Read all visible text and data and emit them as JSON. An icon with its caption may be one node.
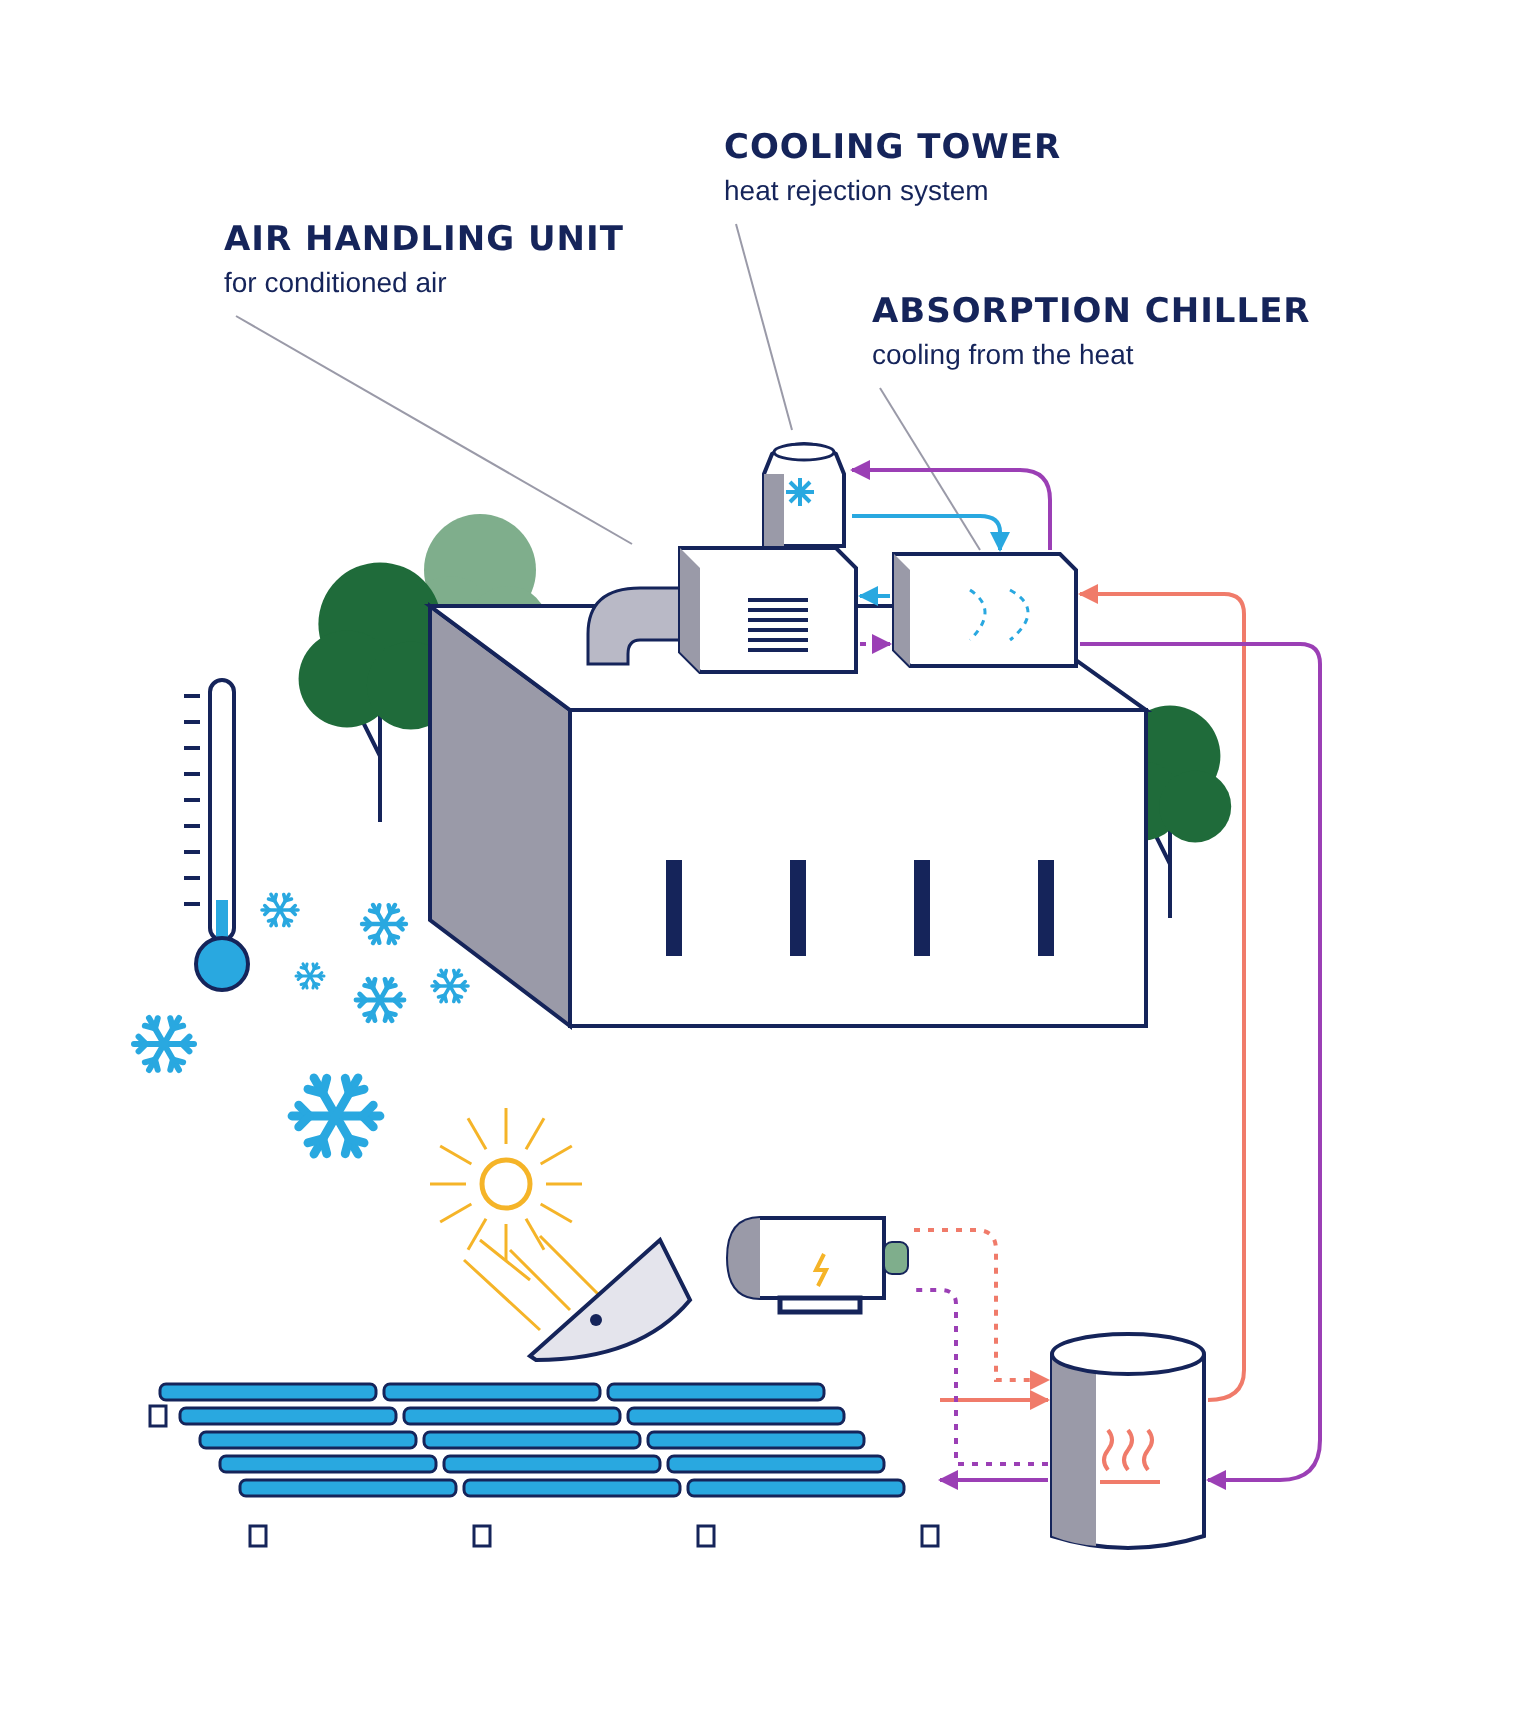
{
  "diagram": {
    "nodes": [
      {
        "text": [
          "COOLING TOWER",
          "heat rejection system"
        ]
      },
      {
        "text": [
          "AIR HANDLING UNIT",
          "for conditioned air"
        ]
      },
      {
        "text": [
          "ABSORPTION CHILLER",
          "cooling from the heat"
        ]
      },
      {
        "text": [],
        "shape": "picture"
      },
      {
        "text": [],
        "shape": "picture"
      },
      {
        "text": [],
        "shape": "picture"
      },
      {
        "text": [],
        "shape": "picture"
      },
      {
        "text": [],
        "shape": "picture"
      },
      {
        "text": [],
        "shape": "picture"
      },
      {
        "text": [],
        "shape": "picture"
      }
    ],
    "edges": [
      {
        "from": 0,
        "to": 3,
        "arrow": "none",
        "color": "#9a9aa8"
      },
      {
        "from": 1,
        "to": 4,
        "arrow": "none",
        "color": "#9a9aa8"
      },
      {
        "from": 2,
        "to": 5,
        "arrow": "none",
        "color": "#9a9aa8"
      },
      {
        "from": 5,
        "to": 3,
        "arrow": "to",
        "color": "#9b3fb5"
      },
      {
        "from": 3,
        "to": 5,
        "arrow": "to",
        "color": "#29a8e0"
      },
      {
        "from": 5,
        "to": 4,
        "arrow": "to",
        "color": "#29a8e0"
      },
      {
        "from": 4,
        "to": 5,
        "arrow": "to",
        "style": "dashed",
        "color": "#9b3fb5"
      },
      {
        "from": 9,
        "to": 5,
        "arrow": "to",
        "color": "#f07b6a"
      },
      {
        "from": 5,
        "to": 9,
        "arrow": "to",
        "color": "#9b3fb5"
      },
      {
        "from": 8,
        "to": 9,
        "arrow": "to",
        "color": "#f07b6a"
      },
      {
        "from": 9,
        "to": 8,
        "arrow": "to",
        "color": "#9b3fb5"
      },
      {
        "from": 7,
        "to": 9,
        "arrow": "to",
        "style": "dashed",
        "color": "#f07b6a"
      },
      {
        "from": 9,
        "to": 7,
        "arrow": "none",
        "style": "dashed",
        "color": "#9b3fb5"
      }
    ]
  }
}
